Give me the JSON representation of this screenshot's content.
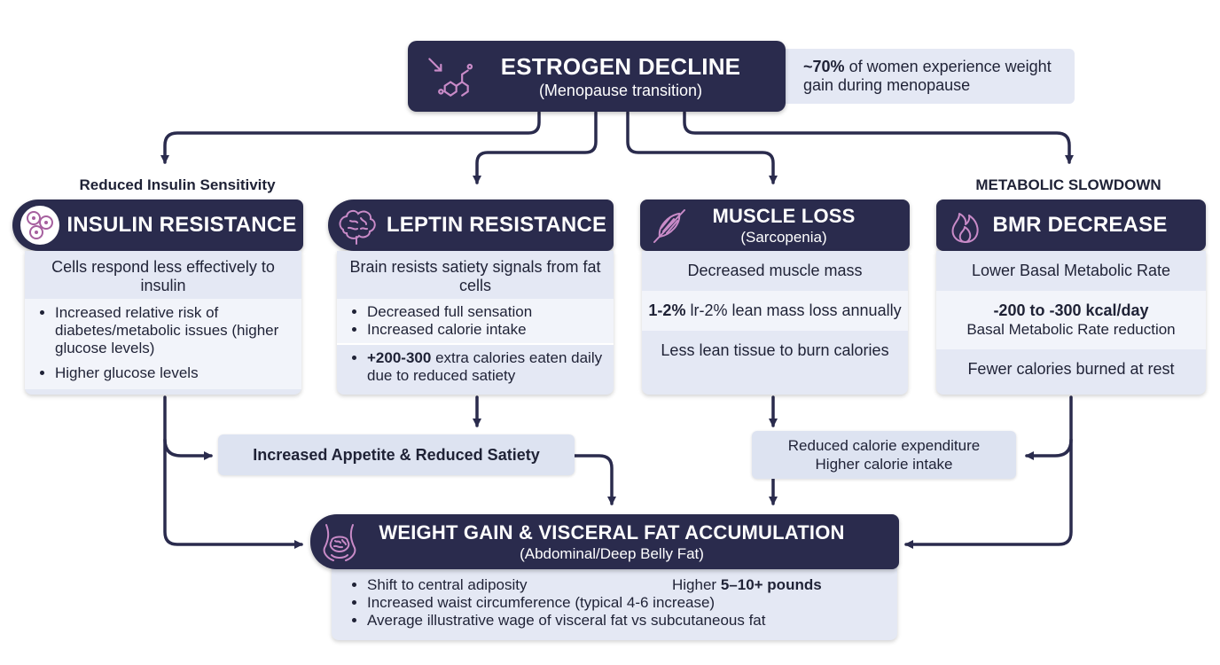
{
  "top": {
    "title": "ESTROGEN DECLINE",
    "subtitle": "(Menopause transition)",
    "stat_value": "~70%",
    "stat_text": "of women experience weight gain during menopause"
  },
  "labels": {
    "left": "Reduced Insulin Sensitivity",
    "right": "METABOLIC SLOWDOWN"
  },
  "insulin": {
    "title": "INSULIN RESISTANCE",
    "description": "Cells respond less effectively to insulin",
    "bullets": [
      "Increased relative risk of diabetes/metabolic issues (higher glucose levels)",
      "Higher glucose levels"
    ]
  },
  "leptin": {
    "title": "LEPTIN RESISTANCE",
    "description": "Brain resists satiety signals from fat cells",
    "bullets": [
      "Decreased full sensation",
      "Increased calorie intake"
    ],
    "extra_value": "+200-300",
    "extra_text": "extra calories eaten daily due to reduced satiety"
  },
  "muscle": {
    "title": "MUSCLE LOSS",
    "subtitle": "(Sarcopenia)",
    "description": "Decreased muscle mass",
    "stat_value": "1-2%",
    "stat_text": "lr-2% lean mass loss annually",
    "footer": "Less lean tissue to burn calories"
  },
  "bmr": {
    "title": "BMR DECREASE",
    "description": "Lower Basal Metabolic Rate",
    "stat_value": "-200 to -300 kcal/day",
    "stat_text": "Basal Metabolic Rate reduction",
    "footer": "Fewer calories burned at rest"
  },
  "mid_left": "Increased Appetite & Reduced Satiety",
  "mid_right": {
    "line1": "Reduced calorie expenditure",
    "line2": "Higher calorie intake"
  },
  "outcome": {
    "title": "WEIGHT GAIN & VISCERAL FAT ACCUMULATION",
    "subtitle": "(Abdominal/Deep Belly Fat)",
    "bullet1": "Shift to central adiposity",
    "bullet1b_text": "Higher",
    "bullet1b_value": "5–10+ pounds",
    "bullet2": "Increased waist circumference (typical 4-6 increase)",
    "bullet3": "Average illustrative wage of visceral fat vs subcutaneous fat"
  },
  "colors": {
    "header_bg": "#2a2b4d",
    "card_bg": "#e4e8f4",
    "icon_accent": "#c98bc8",
    "arrow": "#2a2b4d"
  }
}
